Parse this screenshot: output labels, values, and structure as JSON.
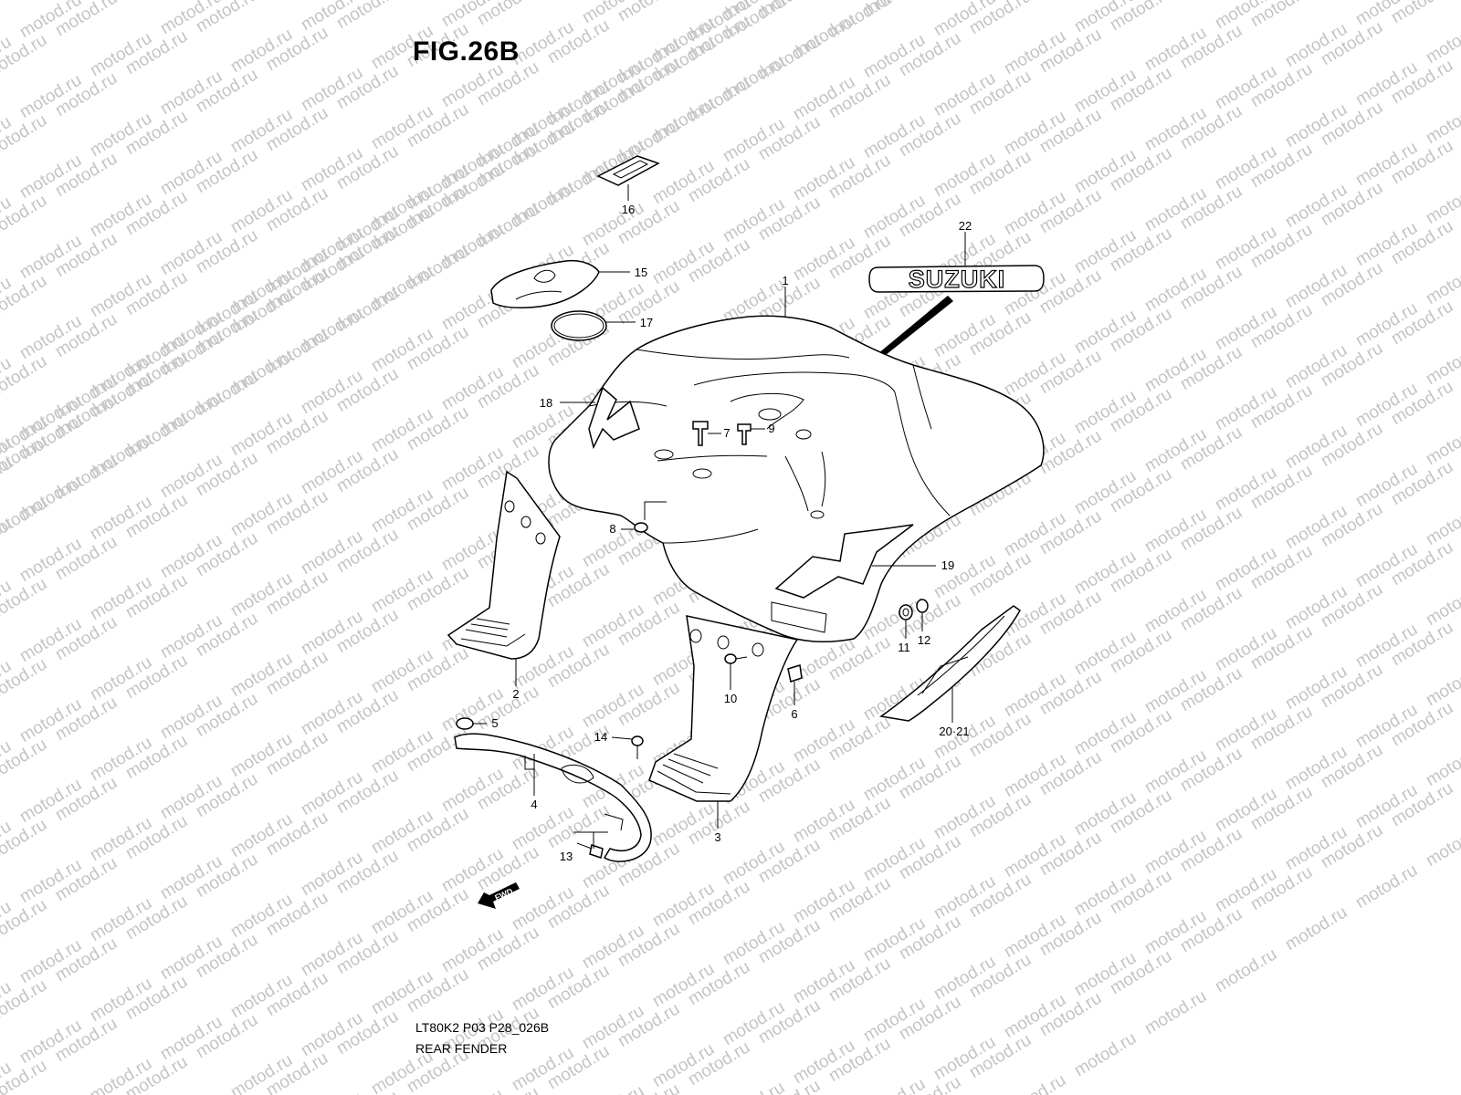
{
  "figure": {
    "title": "FIG.26B",
    "drawing_code": "LT80K2 P03 P28_026B",
    "caption": "REAR FENDER"
  },
  "watermark": {
    "text": "motod.ru",
    "color": "#c4c4c4"
  },
  "callouts": {
    "c1": "1",
    "c2": "2",
    "c3": "3",
    "c4": "4",
    "c5": "5",
    "c6": "6",
    "c7": "7",
    "c8": "8",
    "c9": "9",
    "c10": "10",
    "c11": "11",
    "c12": "12",
    "c13": "13",
    "c14": "14",
    "c15": "15",
    "c16": "16",
    "c17": "17",
    "c18": "18",
    "c19": "19",
    "c20_21": "20·21",
    "c22": "22"
  },
  "emblem_text": "SUZUKI",
  "fwd_label": "FWD"
}
